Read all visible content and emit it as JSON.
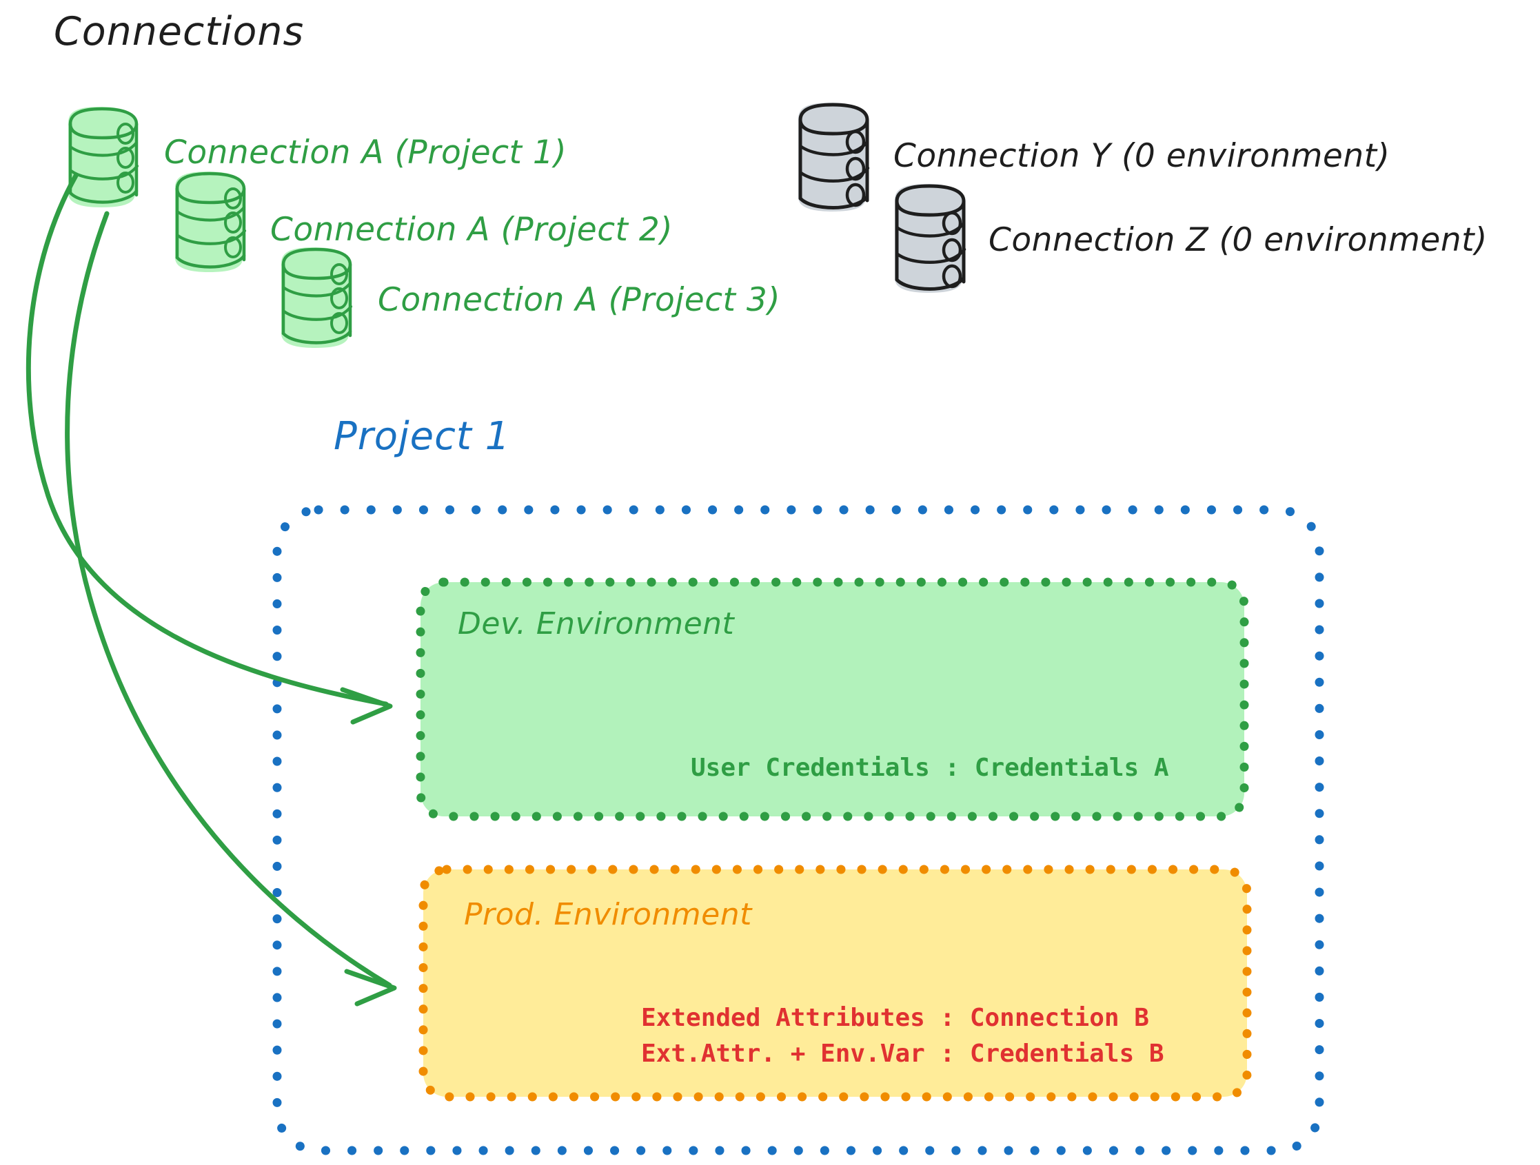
{
  "diagram": {
    "heading": "Connections",
    "colors": {
      "green_stroke": "#2f9e44",
      "green_fill": "#b2f2bb",
      "grey_stroke": "#1e1e1e",
      "grey_fill": "#ced4da",
      "blue": "#1971c2",
      "orange": "#f08c00",
      "orange_fill": "#ffec99",
      "red": "#e03131",
      "black": "#1e1e1e"
    },
    "connections": [
      {
        "id": "conn-a-project-1",
        "label": "Connection A (Project 1)",
        "style": "green"
      },
      {
        "id": "conn-a-project-2",
        "label": "Connection A (Project 2)",
        "style": "green"
      },
      {
        "id": "conn-a-project-3",
        "label": "Connection A (Project 3)",
        "style": "green"
      },
      {
        "id": "conn-y",
        "label": "Connection Y (0 environment)",
        "style": "grey"
      },
      {
        "id": "conn-z",
        "label": "Connection Z (0 environment)",
        "style": "grey"
      }
    ],
    "project": {
      "title": "Project 1",
      "environments": [
        {
          "id": "dev",
          "title": "Dev. Environment",
          "style": "green",
          "rows": [
            "User Credentials : Credentials A"
          ]
        },
        {
          "id": "prod",
          "title": "Prod. Environment",
          "style": "orange",
          "rows": [
            "Extended Attributes : Connection B",
            "Ext.Attr. + Env.Var : Credentials B"
          ]
        }
      ]
    },
    "arrows": [
      {
        "id": "arrow-conn-a-to-dev",
        "from": "conn-a-project-1",
        "to": "dev"
      },
      {
        "id": "arrow-conn-a-to-prod",
        "from": "conn-a-project-1",
        "to": "prod"
      }
    ]
  }
}
